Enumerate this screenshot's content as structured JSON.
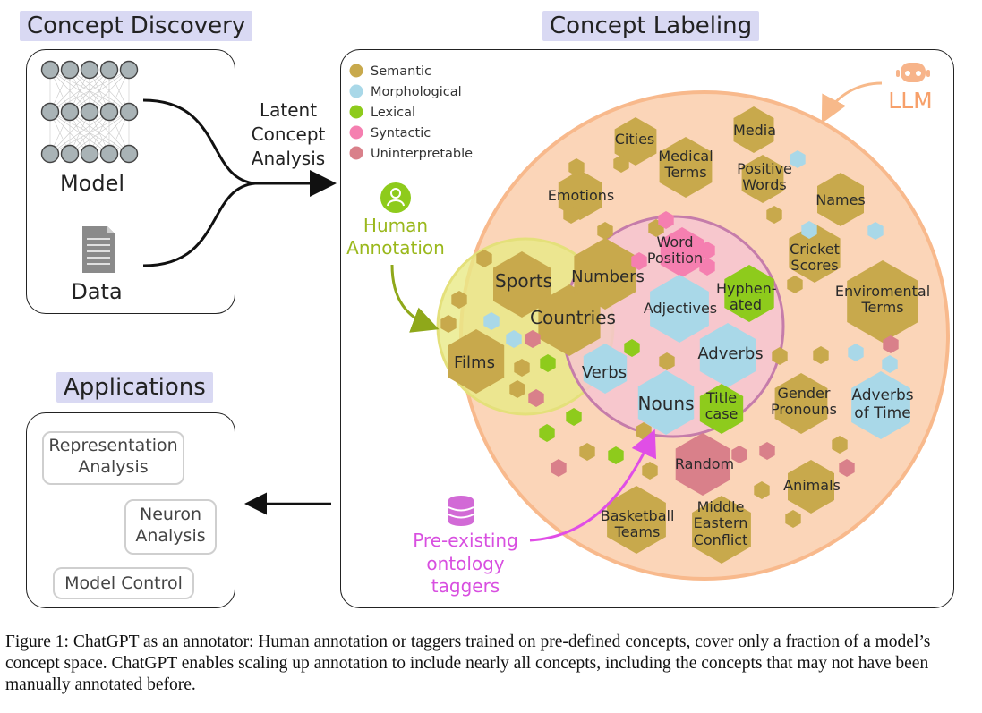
{
  "headers": {
    "discovery": "Concept Discovery",
    "labeling": "Concept Labeling",
    "applications": "Applications"
  },
  "discovery": {
    "model_label": "Model",
    "data_label": "Data"
  },
  "latent": {
    "line1": "Latent",
    "line2": "Concept",
    "line3": "Analysis"
  },
  "legend": [
    {
      "label": "Semantic",
      "color": "#c8a94c"
    },
    {
      "label": "Morphological",
      "color": "#a9d8e8"
    },
    {
      "label": "Lexical",
      "color": "#8ecb1c"
    },
    {
      "label": "Syntactic",
      "color": "#f57fb0"
    },
    {
      "label": "Uninterpretable",
      "color": "#d9808a"
    }
  ],
  "llm_label": "LLM",
  "human": {
    "line1": "Human",
    "line2": "Annotation"
  },
  "ontology": {
    "line1": "Pre-existing",
    "line2": "ontology",
    "line3": "taggers"
  },
  "concepts": {
    "cities": "Cities",
    "media": "Media",
    "medical1": "Medical",
    "medical2": "Terms",
    "positive1": "Positive",
    "positive2": "Words",
    "emotions": "Emotions",
    "names": "Names",
    "cricket1": "Cricket",
    "cricket2": "Scores",
    "env1": "Enviromental",
    "env2": "Terms",
    "sports": "Sports",
    "countries": "Countries",
    "films": "Films",
    "numbers": "Numbers",
    "wordpos1": "Word",
    "wordpos2": "Position",
    "hyphen1": "Hyphen-",
    "hyphen2": "ated",
    "adjectives": "Adjectives",
    "adverbs": "Adverbs",
    "verbs": "Verbs",
    "nouns": "Nouns",
    "title1": "Title",
    "title2": "case",
    "gender1": "Gender",
    "gender2": "Pronouns",
    "advtime1": "Adverbs",
    "advtime2": "of Time",
    "random": "Random",
    "animals": "Animals",
    "basket1": "Basketball",
    "basket2": "Teams",
    "middle1": "Middle",
    "middle2": "Eastern",
    "middle3": "Conflict"
  },
  "applications": {
    "rep1": "Representation",
    "rep2": "Analysis",
    "neuron1": "Neuron",
    "neuron2": "Analysis",
    "control": "Model Control"
  },
  "caption": "Figure 1: ChatGPT as an annotator: Human annotation or taggers trained on pre-defined concepts, cover only a fraction of a model’s concept space. ChatGPT enables scaling up annotation to include nearly all concepts, including the concepts that may not have been manually annotated before."
}
